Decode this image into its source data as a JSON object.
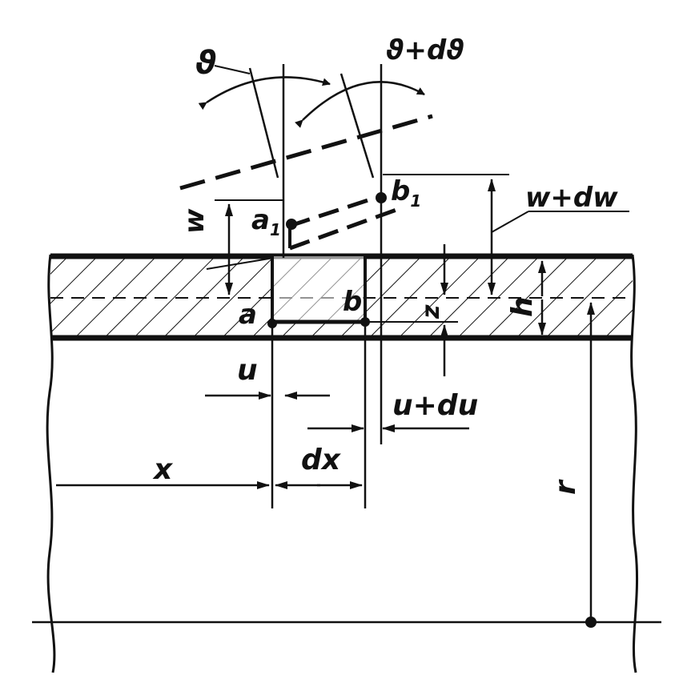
{
  "labels": {
    "theta": "ϑ",
    "theta_plus": "ϑ+dϑ",
    "w": "w",
    "w_plus": "w+dw",
    "a1": "a",
    "a1_sub": "1",
    "b1": "b",
    "b1_sub": "1",
    "a": "a",
    "b": "b",
    "z": "z",
    "h": "h",
    "u": "u",
    "u_plus": "u+du",
    "x": "x",
    "dx": "dx",
    "r": "r"
  },
  "colors": {
    "ink": "#111111",
    "paper": "#ffffff"
  }
}
